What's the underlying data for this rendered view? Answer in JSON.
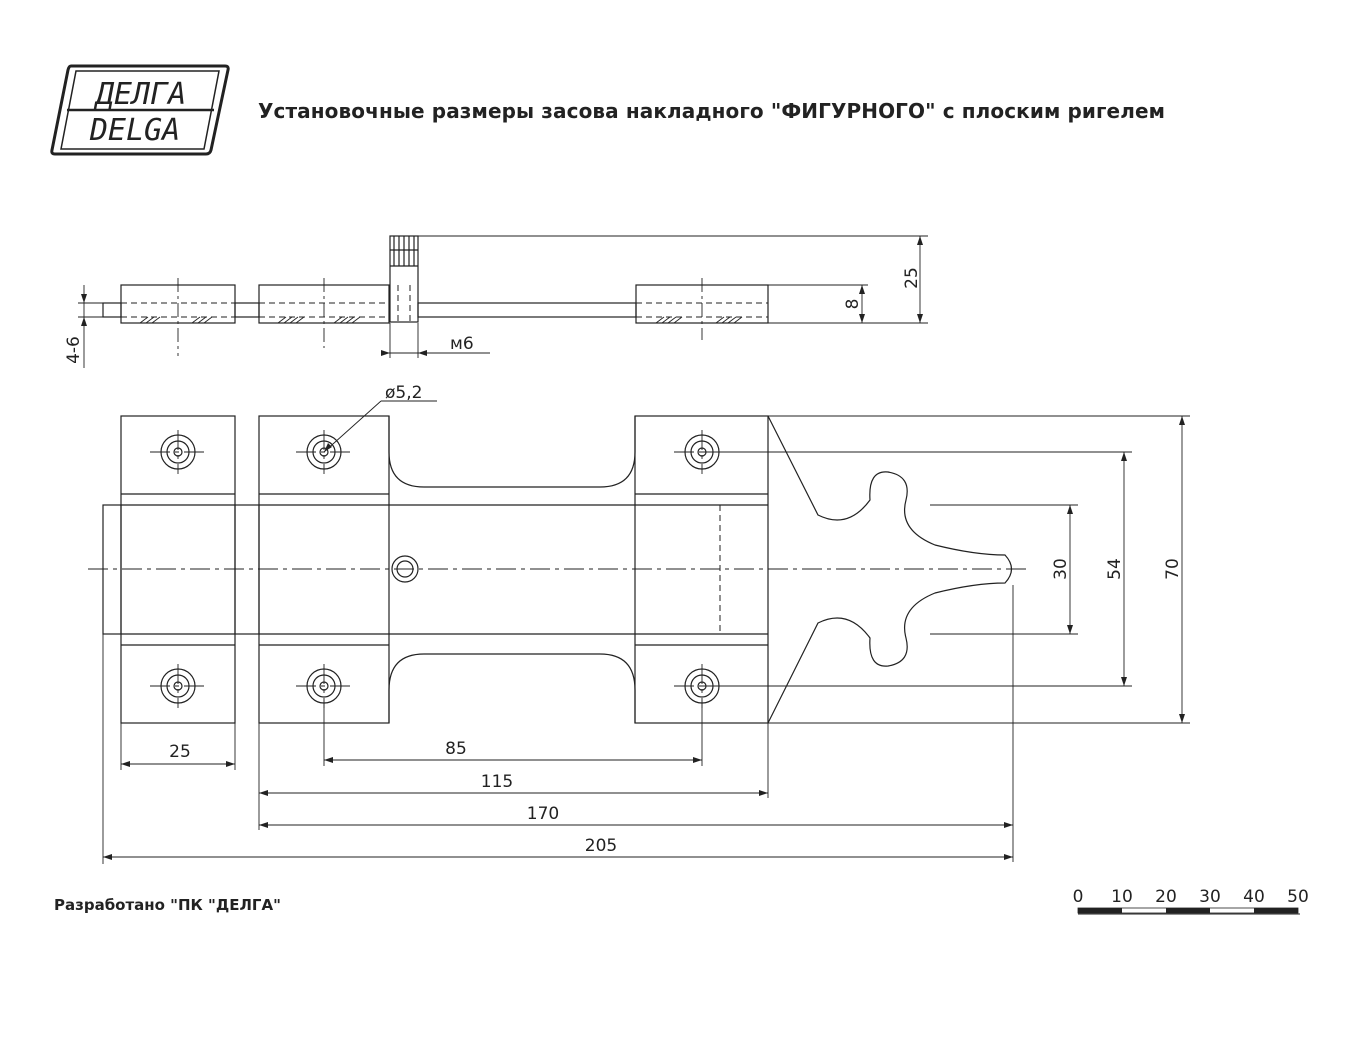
{
  "header": {
    "logo_top": "ДЕЛГА",
    "logo_bottom": "DELGA",
    "title": "Установочные размеры засова накладного \"ФИГУРНОГО\" с плоским ригелем"
  },
  "drawing": {
    "side_view": {
      "dim_height": "25",
      "dim_bar": "8",
      "dim_thread": "м6",
      "dim_rod": "4-6"
    },
    "top_view": {
      "dim_hole": "ø5,2",
      "dim_30": "30",
      "dim_54": "54",
      "dim_70": "70",
      "dim_25": "25",
      "dim_85": "85",
      "dim_115": "115",
      "dim_170": "170",
      "dim_205": "205"
    }
  },
  "scale_bar": {
    "labels": [
      "0",
      "10",
      "20",
      "30",
      "40",
      "50"
    ]
  },
  "footer": {
    "credit": "Разработано \"ПК \"ДЕЛГА\""
  },
  "colors": {
    "ink": "#222222",
    "background": "#ffffff"
  }
}
